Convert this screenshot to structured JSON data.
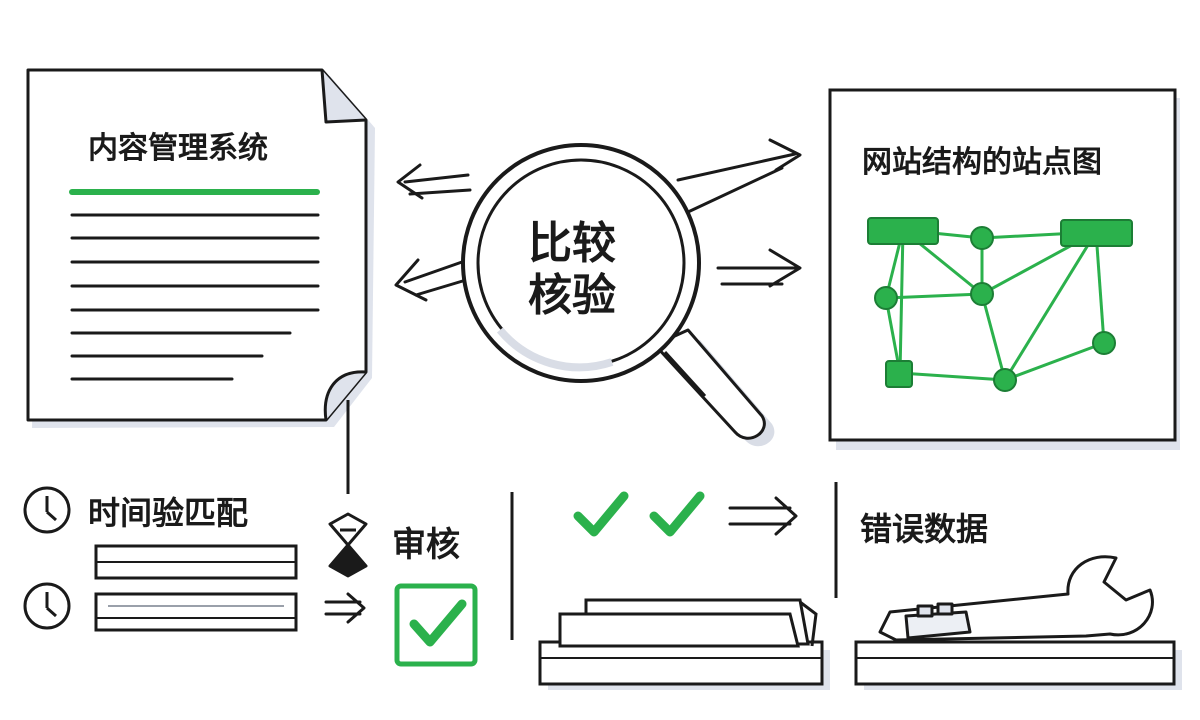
{
  "document": {
    "title": "内容管理系统"
  },
  "magnifier": {
    "line1": "比较",
    "line2": "核验"
  },
  "sitemap": {
    "title": "网站结构的站点图"
  },
  "time_match": {
    "label": "时间验匹配"
  },
  "review": {
    "label": "审核"
  },
  "errors": {
    "label": "错误数据"
  },
  "colors": {
    "accent_green": "#2bb14c",
    "ink": "#1a1a1a",
    "shadow": "#d9dde6"
  }
}
